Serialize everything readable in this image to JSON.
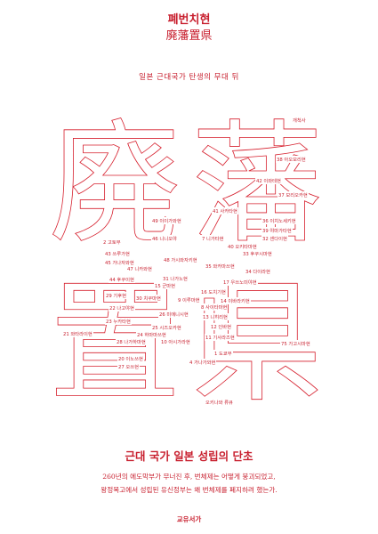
{
  "cover": {
    "title_ko": "폐번치현",
    "title_hanja": "廃藩置県",
    "subtitle": "일본 근대국가 탄생의 무대 뒤",
    "big_glyphs": [
      "廃",
      "藩",
      "置",
      "県"
    ],
    "tagline": "근대 국가 일본 성립의 단초",
    "description_lines": [
      "260년의 에도막부가 무너진 후, 번체제는 어떻게 붕괴되었고,",
      "왕정복고에서 성립된 유신정부는 왜 번체제를 폐지하려 했는가."
    ],
    "publisher": "교유서가"
  },
  "labels": [
    "개척사",
    "38 아오모리현",
    "42 이와테현",
    "37 모리오카현",
    "41 사카타현",
    "49 이이가와현",
    "36 이치노세키현",
    "39 야마가타현",
    "46 니니오야",
    "7 니가타현",
    "32 센다이현",
    "40 오키타마현",
    "2 고토부",
    "43 쓰루가현",
    "33 후쿠시마현",
    "45 가나자와현",
    "48 가시와자키현",
    "35 와카마쓰현",
    "47 니카와현",
    "34 다이라현",
    "44 후쿠이현",
    "31 나가노현",
    "17 우쓰노미야현",
    "15 군마현",
    "16 도치기현",
    "29 기후현",
    "30 치쿠마현",
    "9 이루마현",
    "14 이바라키현",
    "8 사이타마현",
    "22 나고야현",
    "26 미에니시현",
    "13 니히리현",
    "23 누카타현",
    "25 시즈오카현",
    "12 인바현",
    "21 와타라이현",
    "24 하마마쓰현",
    "11 기사라즈현",
    "28 나가하마현",
    "10 아시가라현",
    "75 가고시마현",
    "1 도쿄부",
    "20 이노쓰현",
    "4 가나가와현",
    "27 오쓰현",
    "오키나와 류큐"
  ]
}
